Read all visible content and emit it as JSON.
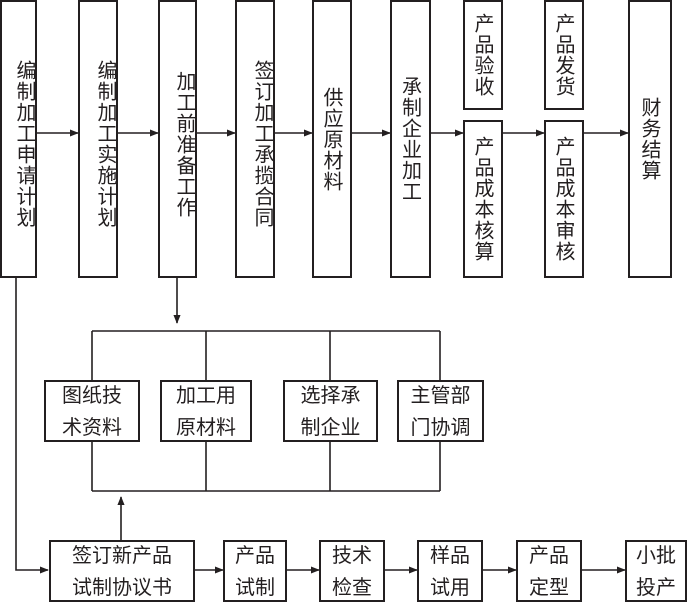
{
  "process": {
    "plan": "编制加工申请计划",
    "implement_plan": "编制加工实施计划",
    "preparation": "加工前准备工作",
    "contract": "签订加工承揽合同",
    "supply": "供应原材料",
    "processing": "承制企业加工",
    "acceptance": "产品验收",
    "cost_accounting": "产品成本核算",
    "delivery": "产品发货",
    "cost_review": "产品成本审核",
    "settlement": "财务结算"
  },
  "preparation_items": {
    "tech_docs": "图纸技\n术资料",
    "materials": "加工用\n原材料",
    "select_enterprise": "选择承\n制企业",
    "coordination": "主管部\n门协调"
  },
  "new_product": {
    "agreement": "签订新产品\n试制协议书",
    "trial_production": "产品\n试制",
    "inspection": "技术\n检查",
    "sample_trial": "样品\n试用",
    "finalize": "产品\n定型",
    "small_batch": "小批\n投产"
  }
}
